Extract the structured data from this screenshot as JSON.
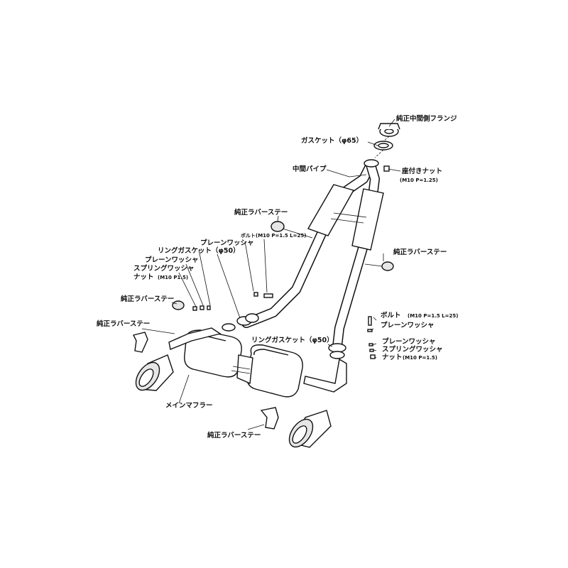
{
  "labels": {
    "mid_flange": "純正中間側フランジ",
    "gasket_65": "ガスケット（φ65）",
    "mid_pipe": "中間パイプ",
    "seat_nut": "座付きナット",
    "seat_nut_spec": "(M10 P=1.25)",
    "rubber_stay": "純正ラバーステー",
    "bolt_left": "ボルト(M10 P=1.5 L=25)",
    "plain_washer": "プレーンワッシャ",
    "ring_gasket_left": "リングガスケット（φ50）",
    "spring_washer": "スプリングワッシャ",
    "nut_left": "ナット",
    "nut_left_spec": "(M10 P1.5)",
    "bolt_right": "ボルト",
    "bolt_right_spec": "(M10 P=1.5 L=25)",
    "ring_gasket_right": "リングガスケット（φ50）",
    "nut_right": "ナット",
    "nut_right_spec": "(M10 P=1.5)",
    "main_muffler": "メインマフラー"
  }
}
